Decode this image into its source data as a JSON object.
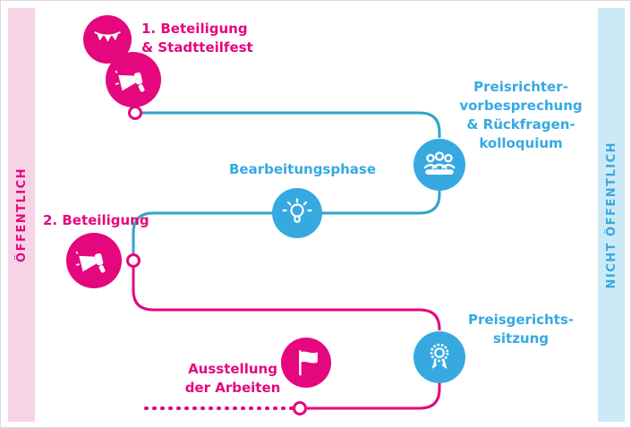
{
  "bands": {
    "left_label": "ÖFFENTLICH",
    "right_label": "NICHT ÖFFENTLICH"
  },
  "steps": {
    "step1": "1. Beteiligung\n& Stadtteilfest",
    "jury": "Preisrichter-\nvorbesprechung\n& Rückfragen-\nkolloquium",
    "work": "Bearbeitungsphase",
    "step2": "2. Beteiligung",
    "court": "Preisgerichts-\nsitzung",
    "exhibit": "Ausstellung\nder Arbeiten"
  },
  "icons": {
    "node1_top": "bunting-icon",
    "node1_bottom": "megaphone-icon",
    "jury": "jury-people-icon",
    "work": "lightbulb-icon",
    "step2": "megaphone-icon",
    "court": "award-medal-icon",
    "exhibit": "flag-icon"
  },
  "colors": {
    "pink": "#e4077d",
    "blue": "#36a9e1",
    "line_teal": "#2fa5c5",
    "band_pink_bg": "#f7d3e6",
    "band_blue_bg": "#cce9f6"
  }
}
